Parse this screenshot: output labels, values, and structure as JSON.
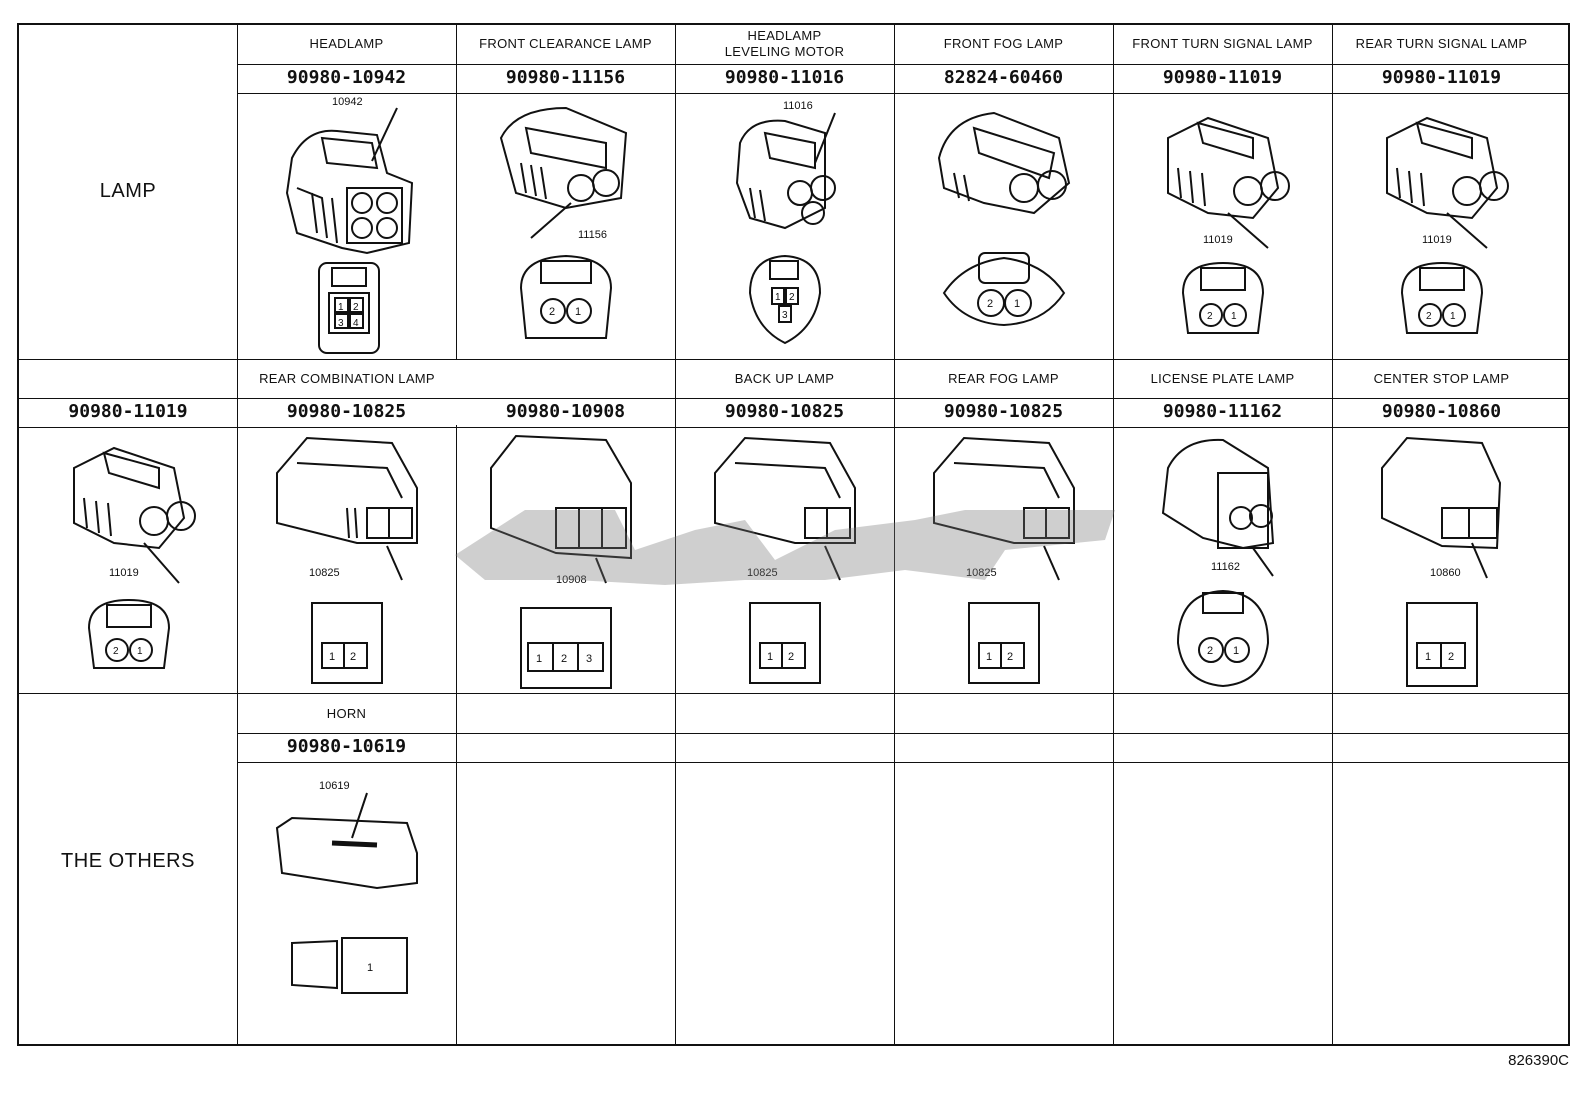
{
  "groups": {
    "lamp": "LAMP",
    "others": "THE OTHERS"
  },
  "row1": [
    {
      "label": "HEADLAMP",
      "part": "90980-10942",
      "code": "10942",
      "pins": [
        "1",
        "2",
        "3",
        "4"
      ]
    },
    {
      "label": "FRONT CLEARANCE LAMP",
      "part": "90980-11156",
      "code": "11156",
      "pins": [
        "2",
        "1"
      ]
    },
    {
      "label": "HEADLAMP\nLEVELING MOTOR",
      "part": "90980-11016",
      "code": "11016",
      "pins": [
        "1",
        "2",
        "3"
      ]
    },
    {
      "label": "FRONT FOG LAMP",
      "part": "82824-60460",
      "code": "",
      "pins": [
        "2",
        "1"
      ]
    },
    {
      "label": "FRONT TURN SIGNAL LAMP",
      "part": "90980-11019",
      "code": "11019",
      "pins": [
        "2",
        "1"
      ]
    },
    {
      "label": "REAR TURN SIGNAL LAMP",
      "part": "90980-11019",
      "code": "11019",
      "pins": [
        "2",
        "1"
      ]
    }
  ],
  "row2": {
    "rear_combination_label": "REAR COMBINATION LAMP",
    "cells": [
      {
        "label": "",
        "part": "90980-11019",
        "code": "11019",
        "pins": [
          "2",
          "1"
        ]
      },
      {
        "label": "",
        "part": "90980-10825",
        "code": "10825",
        "pins": [
          "1",
          "2"
        ]
      },
      {
        "label": "",
        "part": "90980-10908",
        "code": "10908",
        "pins": [
          "1",
          "2",
          "3"
        ]
      },
      {
        "label": "BACK UP LAMP",
        "part": "90980-10825",
        "code": "10825",
        "pins": [
          "1",
          "2"
        ]
      },
      {
        "label": "REAR FOG LAMP",
        "part": "90980-10825",
        "code": "10825",
        "pins": [
          "1",
          "2"
        ]
      },
      {
        "label": "LICENSE PLATE LAMP",
        "part": "90980-11162",
        "code": "11162",
        "pins": [
          "2",
          "1"
        ]
      },
      {
        "label": "CENTER STOP LAMP",
        "part": "90980-10860",
        "code": "10860",
        "pins": [
          "1",
          "2"
        ]
      }
    ]
  },
  "row3": [
    {
      "label": "HORN",
      "part": "90980-10619",
      "code": "10619",
      "pins": [
        "1"
      ]
    }
  ],
  "footer_code": "826390C"
}
